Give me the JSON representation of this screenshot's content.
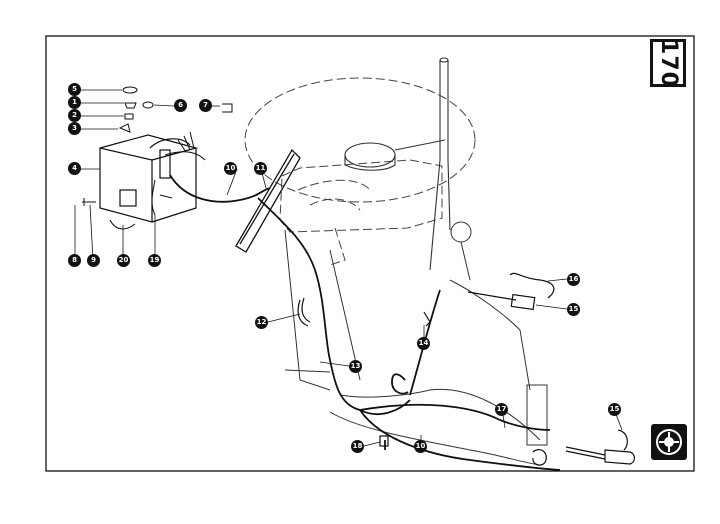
{
  "page": {
    "number": "170",
    "logo_icon": "manufacturer-logo-icon"
  },
  "callouts": [
    {
      "id": "c5",
      "label": "5"
    },
    {
      "id": "c1",
      "label": "1"
    },
    {
      "id": "c2",
      "label": "2"
    },
    {
      "id": "c3",
      "label": "3"
    },
    {
      "id": "c6",
      "label": "6"
    },
    {
      "id": "c7",
      "label": "7"
    },
    {
      "id": "c4",
      "label": "4"
    },
    {
      "id": "c10a",
      "label": "10"
    },
    {
      "id": "c11",
      "label": "11"
    },
    {
      "id": "c8",
      "label": "8"
    },
    {
      "id": "c9",
      "label": "9"
    },
    {
      "id": "c20",
      "label": "20"
    },
    {
      "id": "c19",
      "label": "19"
    },
    {
      "id": "c16",
      "label": "16"
    },
    {
      "id": "c15a",
      "label": "15"
    },
    {
      "id": "c12",
      "label": "12"
    },
    {
      "id": "c14",
      "label": "14"
    },
    {
      "id": "c13",
      "label": "13"
    },
    {
      "id": "c17",
      "label": "17"
    },
    {
      "id": "c15b",
      "label": "15"
    },
    {
      "id": "c18",
      "label": "18"
    },
    {
      "id": "c10b",
      "label": "10"
    }
  ]
}
